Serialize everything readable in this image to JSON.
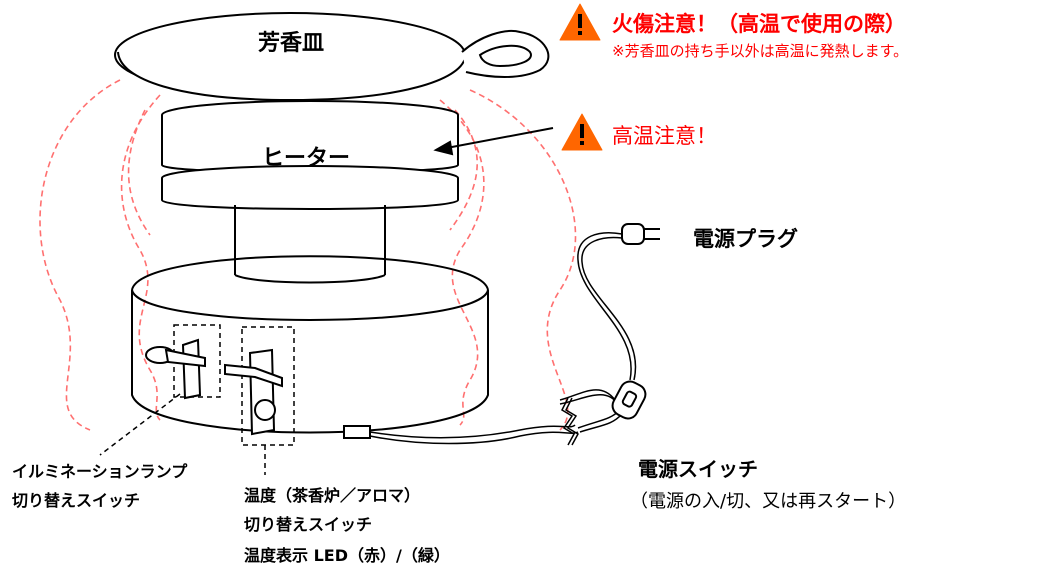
{
  "labels": {
    "dish": "芳香皿",
    "heater": "ヒーター",
    "plug": "電源プラグ",
    "illumination_switch_line1": "イルミネーションランプ",
    "illumination_switch_line2": "切り替えスイッチ",
    "temp_switch_line1": "温度（茶香炉／アロマ）",
    "temp_switch_line2": "切り替えスイッチ",
    "temp_led": "温度表示 LED（赤）/（緑）",
    "power_switch_title": "電源スイッチ",
    "power_switch_desc": "（電源の入/切、又は再スタート）"
  },
  "warnings": {
    "burn_title": "火傷注意！（高温で使用の際）",
    "burn_note": "※芳香皿の持ち手以外は高温に発熱します。",
    "heat": "高温注意！"
  },
  "colors": {
    "warning_text": "#ff0000",
    "warning_triangle": "#ff6600",
    "heat_waves": "#ff7070",
    "line": "#000000"
  }
}
